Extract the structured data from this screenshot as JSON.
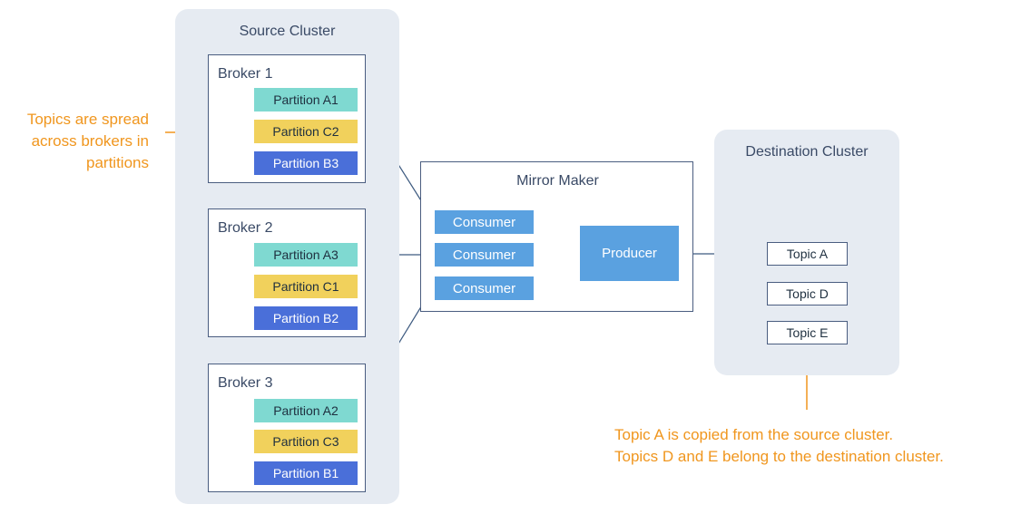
{
  "source_cluster": {
    "title": "Source Cluster",
    "brokers": [
      {
        "title": "Broker 1",
        "partitions": [
          "Partition A1",
          "Partition C2",
          "Partition B3"
        ]
      },
      {
        "title": "Broker 2",
        "partitions": [
          "Partition A3",
          "Partition C1",
          "Partition B2"
        ]
      },
      {
        "title": "Broker 3",
        "partitions": [
          "Partition A2",
          "Partition C3",
          "Partition B1"
        ]
      }
    ]
  },
  "mirror_maker": {
    "title": "Mirror Maker",
    "consumers": [
      "Consumer",
      "Consumer",
      "Consumer"
    ],
    "producer": "Producer"
  },
  "destination_cluster": {
    "title": "Destination Cluster",
    "topics": [
      "Topic A",
      "Topic D",
      "Topic E"
    ]
  },
  "notes": {
    "left": [
      "Topics are spread",
      "across brokers in",
      "partitions"
    ],
    "bottom": [
      "Topic A is copied from the source cluster.",
      "Topics D and E belong to the destination cluster."
    ]
  },
  "colors": {
    "partition_a": "#7fd9d1",
    "partition_c": "#f1d15c",
    "partition_b": "#4a6fd9",
    "mirror_node": "#5aa1e0",
    "cluster_bg": "#e6ebf2",
    "annotation": "#f0961e",
    "arrow": "#3d5a80"
  }
}
